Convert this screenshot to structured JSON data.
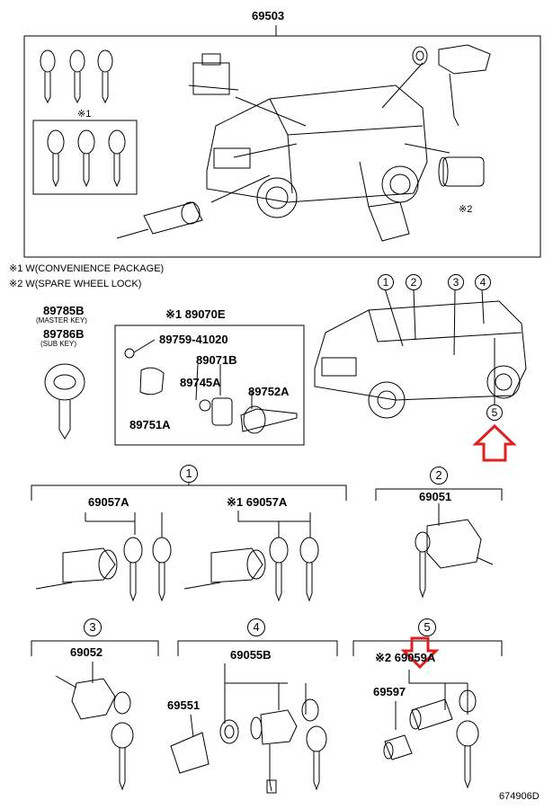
{
  "top": {
    "main_part": "69503",
    "note_ref1": "※1",
    "note_ref2": "※2"
  },
  "notes": [
    "※1  W(CONVENIENCE PACKAGE)",
    "※2  W(SPARE WHEEL LOCK)"
  ],
  "keys_section": {
    "master_key_part": "89785B",
    "master_key_label": "(MASTER KEY)",
    "sub_key_part": "89786B",
    "sub_key_label": "(SUB KEY)",
    "remote_title": "※1 89070E",
    "screw_part": "89759-41020",
    "transmitter_part": "89071B",
    "battery_part": "89745A",
    "case_part": "89751A",
    "key_part": "89752A"
  },
  "callouts": [
    "1",
    "2",
    "3",
    "4",
    "5"
  ],
  "groups": {
    "g1": {
      "num": "1",
      "left_part": "69057A",
      "right_part": "※1 69057A"
    },
    "g2": {
      "num": "2",
      "part": "69051"
    },
    "g3": {
      "num": "3",
      "part": "69052"
    },
    "g4": {
      "num": "4",
      "part": "69055B",
      "sub_part": "69551"
    },
    "g5": {
      "num": "5",
      "part": "※2 69059A",
      "sub_part": "69597"
    }
  },
  "footer_code": "674906D",
  "colors": {
    "line": "#000000",
    "highlight_arrow": "#e0201c"
  }
}
